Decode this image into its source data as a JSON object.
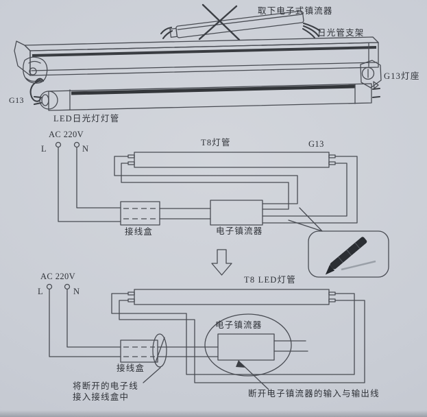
{
  "page": {
    "background": "#cbcfd7",
    "line_color": "#484b52",
    "text_color": "#2e3137"
  },
  "top_illustration": {
    "removed_ballast_label": "取下电子式镇流器",
    "bracket_label": "日光管支架",
    "right_socket_label": "G13灯座",
    "left_pin_label": "G13",
    "led_tube_label": "LED日光灯灯管"
  },
  "middle_diagram": {
    "power_label": "AC 220V",
    "line_terminal_label": "L",
    "neutral_terminal_label": "N",
    "tube_label": "T8灯管",
    "socket_label": "G13",
    "junction_box_label": "接线盒",
    "ballast_label": "电子镇流器"
  },
  "bottom_diagram": {
    "power_label": "AC 220V",
    "line_terminal_label": "L",
    "neutral_terminal_label": "N",
    "tube_label": "T8 LED灯管",
    "ballast_label": "电子镇流器",
    "junction_box_label": "接线盒",
    "note_left_line1": "将断开的电子线",
    "note_left_line2": "接入接线盒中",
    "note_right": "断开电子镇流器的输入与输出线"
  }
}
